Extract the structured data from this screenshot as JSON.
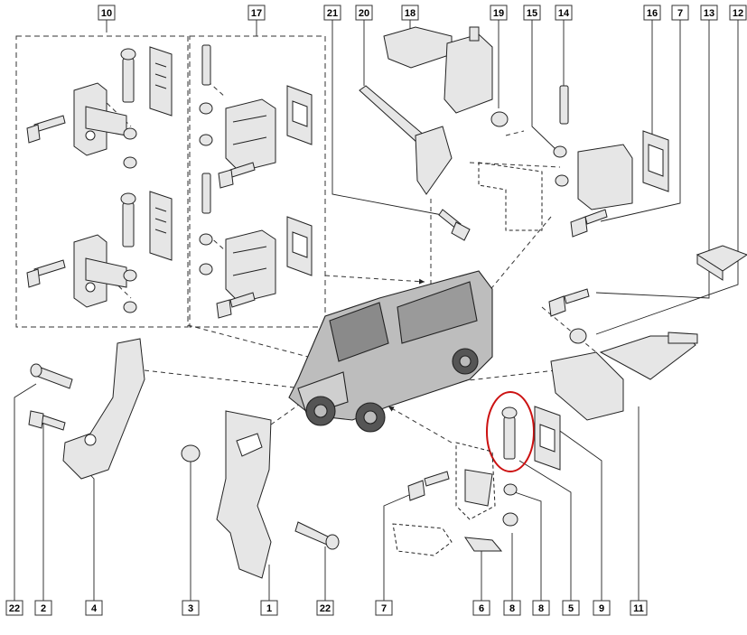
{
  "callouts": {
    "top": [
      "10",
      "17",
      "21",
      "20",
      "18",
      "19",
      "15",
      "14",
      "16",
      "7",
      "13",
      "12"
    ],
    "bottom": [
      "22",
      "2",
      "4",
      "3",
      "1",
      "22",
      "7",
      "6",
      "8",
      "8",
      "5",
      "9",
      "11"
    ]
  },
  "colors": {
    "line": "#222222",
    "part_fill": "#e6e6e6",
    "highlight": "#cc1111",
    "callout_border": "#333333"
  },
  "icons": {
    "vehicle": "van-icon",
    "hinge": "hinge-icon",
    "bolt": "bolt-icon",
    "pin": "pin-icon",
    "bush": "bush-icon",
    "check_strap": "check-strap-icon",
    "plate": "plate-icon",
    "roller_bracket": "roller-bracket-icon"
  }
}
